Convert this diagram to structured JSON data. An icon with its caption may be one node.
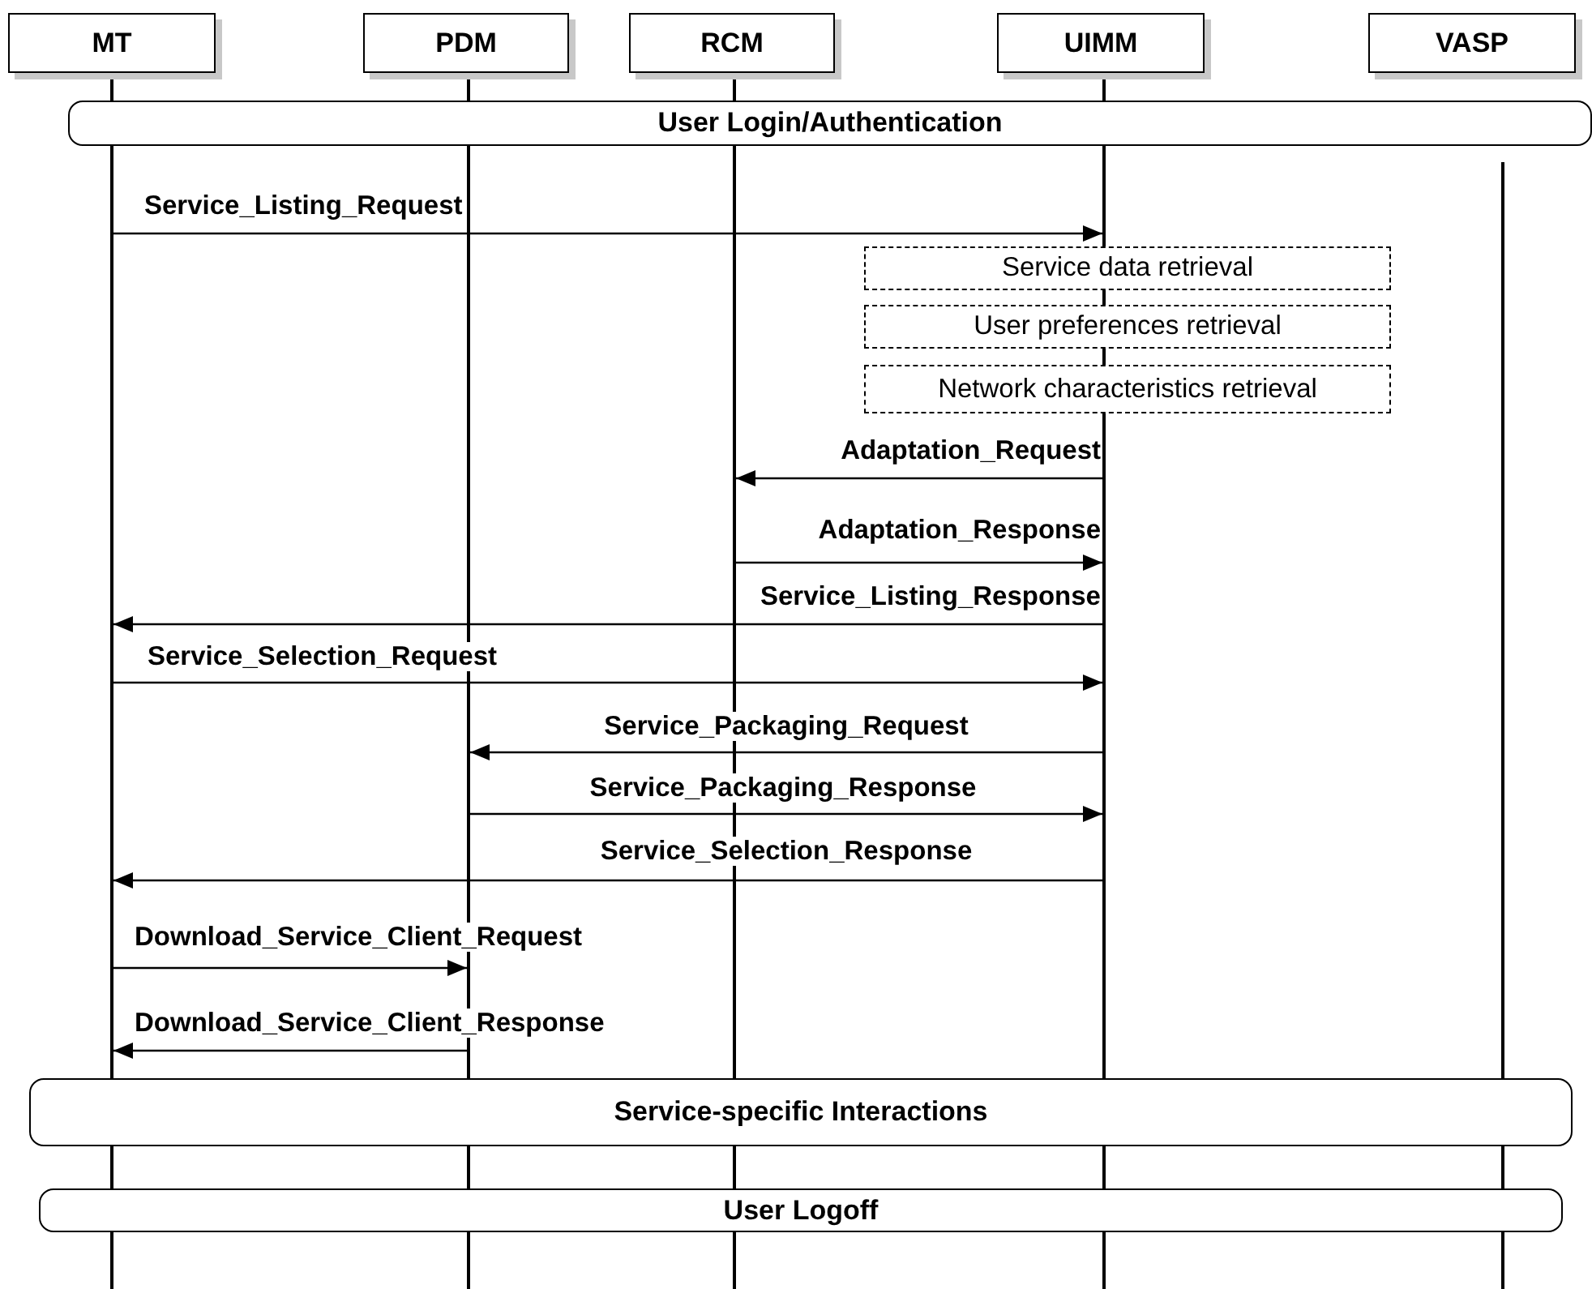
{
  "diagram": {
    "nodes": [
      {
        "text": [
          "MT"
        ]
      },
      {
        "text": [
          "PDM"
        ]
      },
      {
        "text": [
          "RCM"
        ]
      },
      {
        "text": [
          "UIMM"
        ]
      },
      {
        "text": [
          "VASP"
        ]
      },
      {
        "text": [],
        "shape": "line"
      },
      {
        "text": [],
        "shape": "line"
      },
      {
        "text": [],
        "shape": "line"
      },
      {
        "text": [],
        "shape": "line"
      },
      {
        "text": [],
        "shape": "line"
      },
      {
        "text": [
          "User Login/Authentication"
        ]
      },
      {
        "text": [
          "Service data retrieval"
        ]
      },
      {
        "text": [
          "User preferences retrieval"
        ]
      },
      {
        "text": [
          "Network characteristics retrieval"
        ]
      },
      {
        "text": [
          "Service-specific Interactions"
        ]
      },
      {
        "text": [
          "User Logoff"
        ]
      }
    ],
    "edges": [
      {
        "from": 5,
        "to": 8,
        "arrow": "to",
        "label": "Service_Listing_Request"
      },
      {
        "from": 8,
        "to": 7,
        "arrow": "to",
        "label": "Adaptation_Request"
      },
      {
        "from": 7,
        "to": 8,
        "arrow": "to",
        "label": "Adaptation_Response"
      },
      {
        "from": 8,
        "to": 5,
        "arrow": "to",
        "label": "Service_Listing_Response"
      },
      {
        "from": 5,
        "to": 8,
        "arrow": "to",
        "label": "Service_Selection_Request"
      },
      {
        "from": 8,
        "to": 6,
        "arrow": "to",
        "label": "Service_Packaging_Request"
      },
      {
        "from": 6,
        "to": 8,
        "arrow": "to",
        "label": "Service_Packaging_Response"
      },
      {
        "from": 8,
        "to": 5,
        "arrow": "to",
        "label": "Service_Selection_Response"
      },
      {
        "from": 5,
        "to": 6,
        "arrow": "to",
        "label": "Download_Service_Client_Request"
      },
      {
        "from": 6,
        "to": 5,
        "arrow": "to",
        "label": "Download_Service_Client_Response"
      }
    ]
  }
}
